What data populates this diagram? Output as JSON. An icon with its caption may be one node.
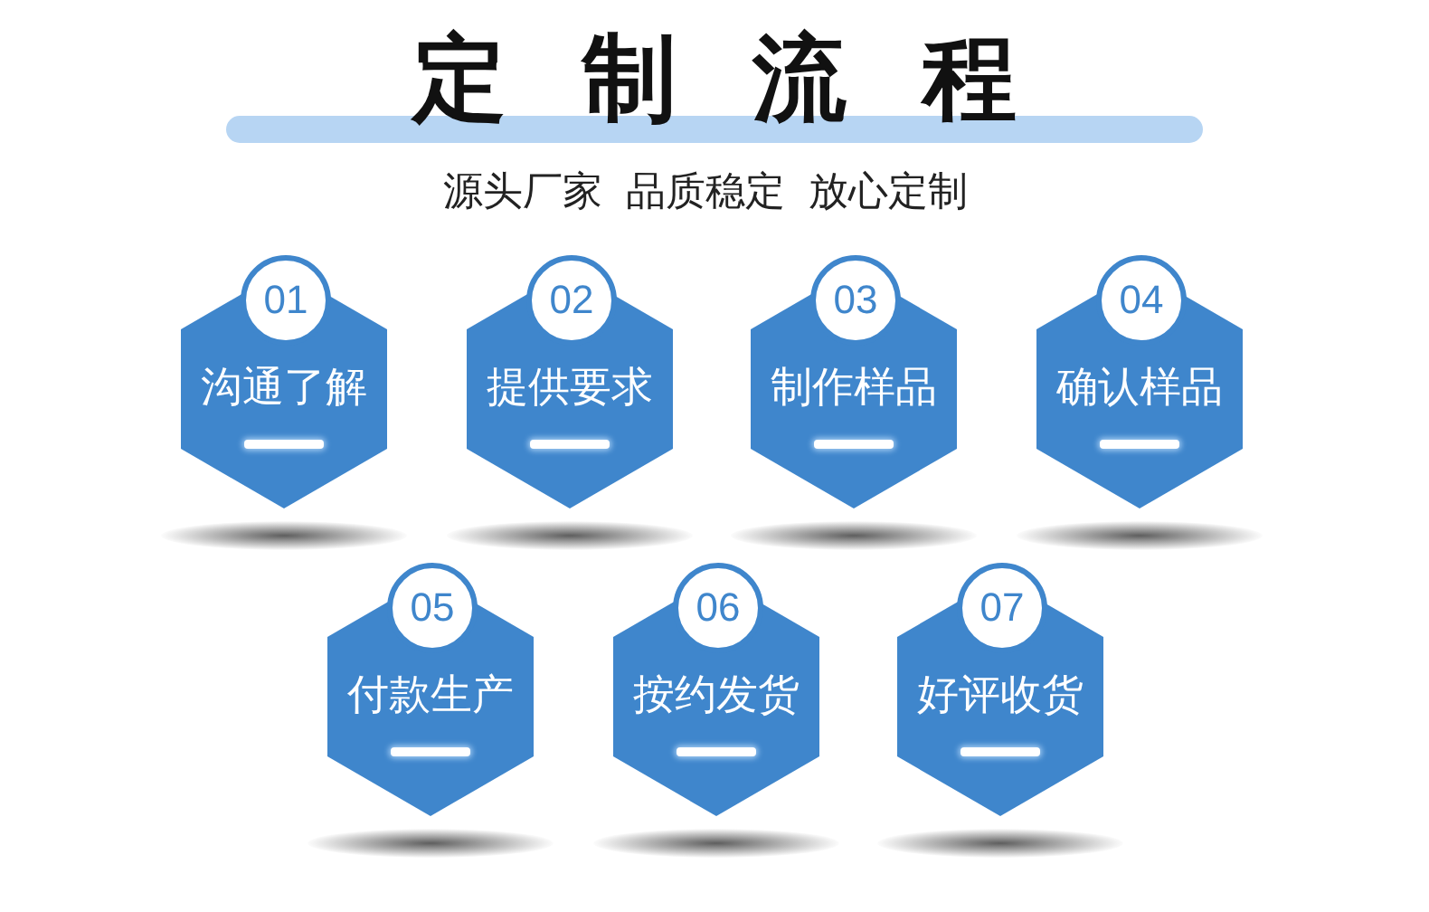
{
  "diagram": {
    "title": "定制流程",
    "nodes": [
      {
        "text": [
          "01",
          "沟通了解"
        ]
      },
      {
        "text": [
          "02",
          "提供要求"
        ]
      },
      {
        "text": [
          "03",
          "制作样品"
        ]
      },
      {
        "text": [
          "04",
          "确认样品"
        ]
      },
      {
        "text": [
          "05",
          "付款生产"
        ]
      },
      {
        "text": [
          "06",
          "按约发货"
        ]
      },
      {
        "text": [
          "07",
          "好评收货"
        ]
      }
    ],
    "labels": [
      "源头厂家 品质稳定 放心定制"
    ]
  }
}
